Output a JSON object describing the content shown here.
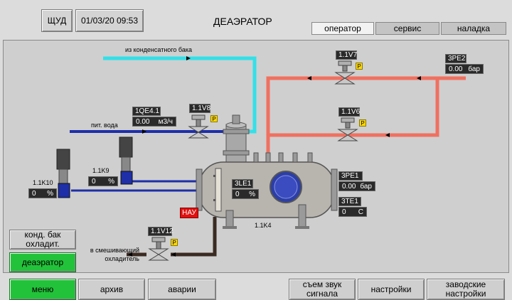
{
  "header": {
    "logo_label": "ЩУД",
    "datetime": "01/03/20 09:53",
    "title": "ДЕАЭРАТОР",
    "tabs": [
      "оператор",
      "сервис",
      "наладка"
    ],
    "active_tab": "оператор"
  },
  "labels": {
    "condensate_tank": "из конденсатного бака",
    "feed_water": "пит. вода",
    "mixing_cooler": "в смешивающий охладитель",
    "k4": "1.1K4"
  },
  "instruments": {
    "qe4_1": {
      "tag": "1QE4.1",
      "value": "0.00",
      "unit": "м3/ч"
    },
    "v8": {
      "tag": "1.1V8"
    },
    "v7": {
      "tag": "1.1V7"
    },
    "v6": {
      "tag": "1.1V6"
    },
    "v12": {
      "tag": "1.1V12"
    },
    "pe2": {
      "tag": "3PE2",
      "value": "0.00",
      "unit": "бар"
    },
    "pe1": {
      "tag": "3PE1",
      "value": "0.00",
      "unit": "бар"
    },
    "te1": {
      "tag": "3TE1",
      "value": "0",
      "unit": "C"
    },
    "le1": {
      "tag": "3LE1",
      "value": "0",
      "unit": "%"
    },
    "k9": {
      "tag": "1.1K9",
      "value": "0",
      "unit": "%"
    },
    "k10": {
      "tag": "1.1K10",
      "value": "0",
      "unit": "%"
    },
    "p_marker": "P"
  },
  "alarm": {
    "label": "НАУ",
    "color": "#e01010"
  },
  "side_buttons": {
    "cooler_tank": "конд. бак охладит.",
    "deaerator": "деаэратор"
  },
  "bottom_nav": {
    "menu": "меню",
    "archive": "архив",
    "alarms": "аварии",
    "mute": "съем звук сигнала",
    "settings": "настройки",
    "factory_settings": "заводские настройки"
  },
  "colors": {
    "cyan_pipe": "#33e0e8",
    "blue_pipe": "#1e2fa8",
    "red_pipe": "#f07060",
    "dark_pipe": "#3a2a22",
    "green_button": "#22c23a"
  }
}
